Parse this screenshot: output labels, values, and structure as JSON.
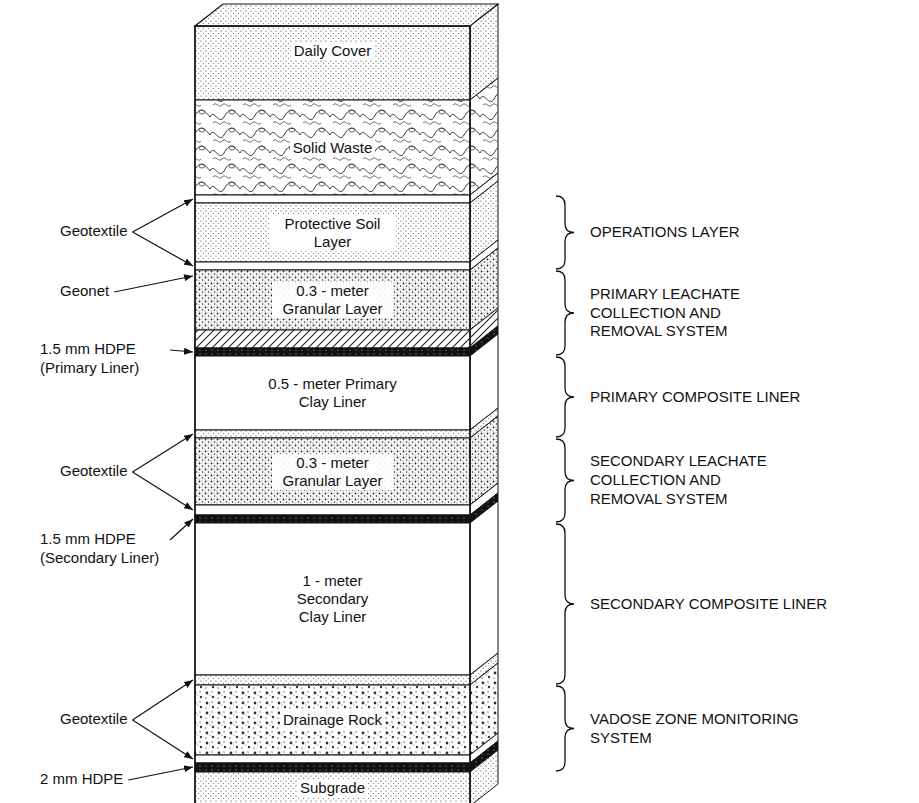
{
  "diagram": {
    "nodes": [
      {
        "text": [
          "Daily Cover"
        ]
      },
      {
        "text": [
          "Solid Waste"
        ]
      },
      {
        "text": [
          "Protective Soil Layer"
        ]
      },
      {
        "text": [
          "0.3 - meter Granular Layer"
        ]
      },
      {
        "text": [
          "0.5 - meter Primary Clay Liner"
        ]
      },
      {
        "text": [
          "0.3 - meter Granular Layer"
        ]
      },
      {
        "text": [
          "1 - meter Secondary Clay Liner"
        ]
      },
      {
        "text": [
          "Drainage Rock"
        ]
      },
      {
        "text": [
          "Subgrade"
        ]
      }
    ],
    "labels": [
      "Geotextile",
      "Geonet",
      "1.5 mm HDPE (Primary Liner)",
      "Geotextile",
      "1.5 mm HDPE (Secondary Liner)",
      "Geotextile",
      "2 mm HDPE",
      "OPERATIONS LAYER",
      "PRIMARY LEACHATE COLLECTION AND REMOVAL SYSTEM",
      "PRIMARY COMPOSITE LINER",
      "SECONDARY LEACHATE COLLECTION AND REMOVAL SYSTEM",
      "SECONDARY COMPOSITE LINER",
      "VADOSE ZONE MONITORING SYSTEM"
    ]
  }
}
